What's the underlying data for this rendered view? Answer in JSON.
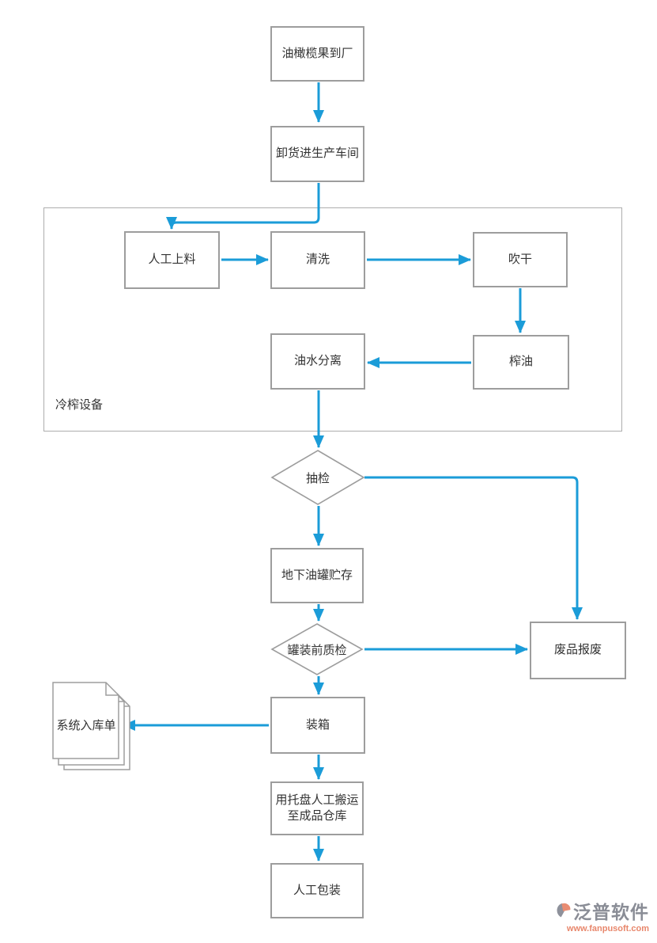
{
  "diagram": {
    "title_hint": "olive-oil cold-press production flowchart",
    "nodes": {
      "arrival": {
        "label": "油橄榄果到厂"
      },
      "unload": {
        "label": "卸货进生产车间"
      },
      "manual_feed": {
        "label": "人工上料"
      },
      "wash": {
        "label": "清洗"
      },
      "blow_dry": {
        "label": "吹干"
      },
      "press_oil": {
        "label": "榨油"
      },
      "oil_water_sep": {
        "label": "油水分离"
      },
      "cold_press_group": {
        "label": "冷榨设备"
      },
      "sampling_check": {
        "label": "抽检"
      },
      "tank_storage": {
        "label": "地下油罐贮存"
      },
      "precan_check": {
        "label": "罐装前质检"
      },
      "scrap": {
        "label": "废品报废"
      },
      "boxing": {
        "label": "装箱"
      },
      "system_receipt": {
        "label": "系统入库单"
      },
      "pallet_move": {
        "label": "用托盘人工搬运至成品仓库"
      },
      "manual_pack": {
        "label": "人工包装"
      }
    },
    "colors": {
      "connector": "#1b9cd8",
      "box_border": "#9d9d9d",
      "group_border": "#adadad",
      "text": "#333333"
    },
    "watermark": {
      "brand": "泛普软件",
      "url": "www.fanpusoft.com",
      "brand_color": "#8a8d96",
      "url_color": "#e8876c",
      "logo_gray": "#8e919b",
      "logo_orange": "#e98c72"
    }
  }
}
